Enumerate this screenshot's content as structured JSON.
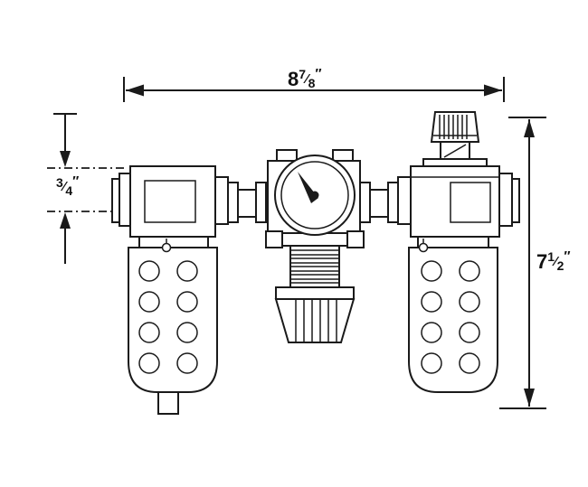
{
  "dimensions": {
    "width": {
      "whole": "8",
      "numerator": "7",
      "denominator": "8",
      "unit": "″"
    },
    "port": {
      "numerator": "3",
      "denominator": "4",
      "unit": "″"
    },
    "height": {
      "whole": "7",
      "numerator": "1",
      "denominator": "2",
      "unit": "″"
    }
  },
  "fraction_separator": "⁄",
  "colors": {
    "line": "#1a1a1a",
    "background": "#ffffff"
  }
}
